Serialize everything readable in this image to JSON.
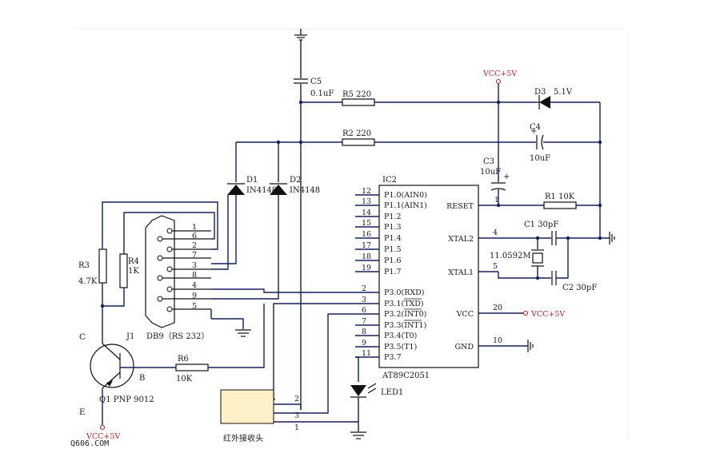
{
  "ic": {
    "ref": "IC2",
    "part": "AT89C2051",
    "left_pins": [
      {
        "num": "12",
        "name": "P1.0(AIN0)"
      },
      {
        "num": "13",
        "name": "P1.1(AIN1)"
      },
      {
        "num": "14",
        "name": "P1.2"
      },
      {
        "num": "15",
        "name": "P1.3"
      },
      {
        "num": "16",
        "name": "P1.4"
      },
      {
        "num": "17",
        "name": "P1.5"
      },
      {
        "num": "18",
        "name": "P1.6"
      },
      {
        "num": "19",
        "name": "P1.7"
      },
      {
        "num": "2",
        "name": "P3.0(RXD)"
      },
      {
        "num": "3",
        "name": "P3.1(TXD)"
      },
      {
        "num": "6",
        "name": "P3.2(INT0)"
      },
      {
        "num": "7",
        "name": "P3.3(INT1)"
      },
      {
        "num": "8",
        "name": "P3.4(T0)"
      },
      {
        "num": "9",
        "name": "P3.5(T1)"
      },
      {
        "num": "11",
        "name": "P3.7"
      }
    ],
    "right_pins": [
      {
        "num": "1",
        "name": "RESET"
      },
      {
        "num": "4",
        "name": "XTAL2"
      },
      {
        "num": "5",
        "name": "XTAL1"
      },
      {
        "num": "20",
        "name": "VCC"
      },
      {
        "num": "10",
        "name": "GND"
      }
    ]
  },
  "components": {
    "c5": {
      "ref": "C5",
      "value": "0.1uF"
    },
    "r5": "R5  220",
    "r2": "R2  220",
    "d3": {
      "ref": "D3",
      "value": "5.1V"
    },
    "c4": {
      "ref": "C4",
      "value": "10uF"
    },
    "c3": {
      "ref": "C3",
      "value": "10uF"
    },
    "r1": "R1  10K",
    "c1": "C1  30pF",
    "c2": "C2   30pF",
    "crystal": "11.0592M",
    "d1": {
      "ref": "D1",
      "value": "IN4148"
    },
    "d2": {
      "ref": "D2",
      "value": "IN4148"
    },
    "r3": {
      "ref": "R3",
      "value": "4.7K"
    },
    "r4": {
      "ref": "R4",
      "value": "1K"
    },
    "r6": {
      "ref": "R6",
      "value": "10K"
    },
    "j1": "J1",
    "db9": "DB9（RS 232）",
    "db9_pins": [
      "1",
      "6",
      "2",
      "7",
      "3",
      "8",
      "4",
      "9",
      "5"
    ],
    "q1": "Q1 PNP 9012",
    "q1_c": "C",
    "q1_b": "B",
    "q1_e": "E",
    "led": "LED1",
    "ir": "红外接收头",
    "ir_pins": [
      "2",
      "3",
      "1"
    ]
  },
  "power": {
    "vcc_top": "VCC+5V",
    "vcc_right": "VCC+5V",
    "vcc_bottom": "VCC+5V"
  },
  "watermark": "Q606.COM"
}
